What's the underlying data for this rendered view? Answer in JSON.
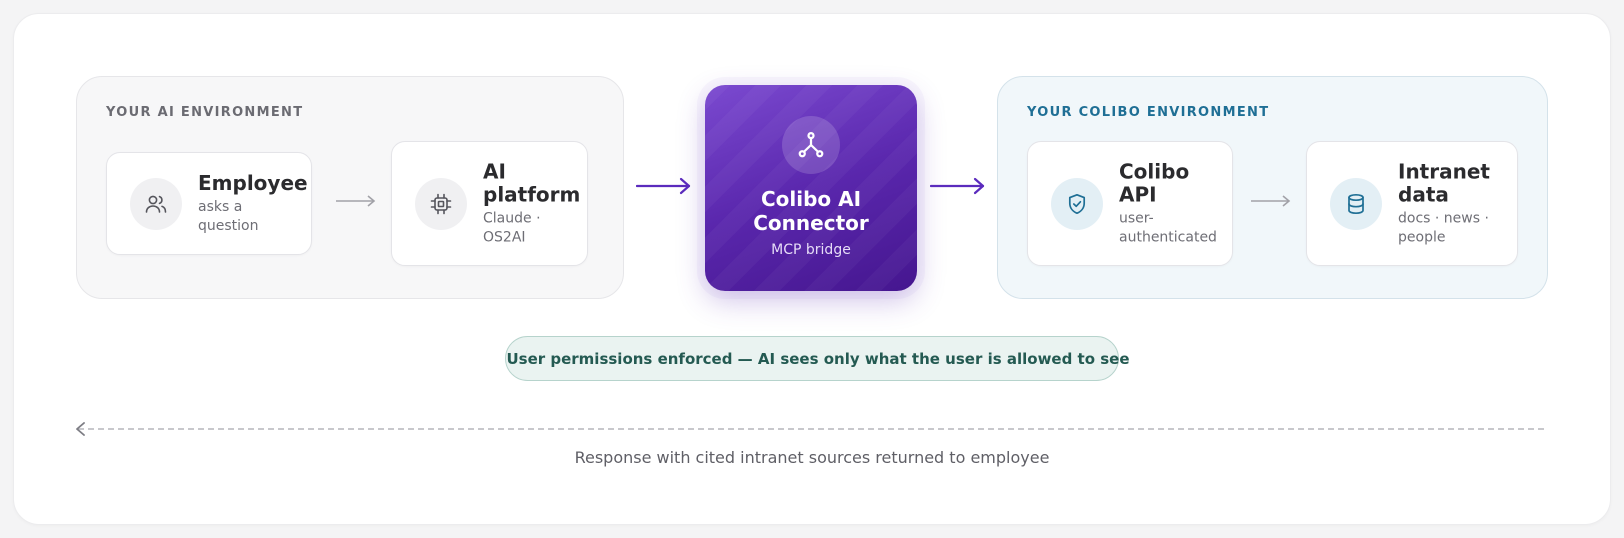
{
  "left_env": {
    "label": "YOUR AI ENVIRONMENT",
    "nodes": [
      {
        "title": "Employee",
        "subtitle": "asks a question",
        "icon": "users-icon"
      },
      {
        "title": "AI platform",
        "subtitle": "Claude · OS2AI",
        "icon": "chip-icon"
      }
    ]
  },
  "connector": {
    "title": "Colibo AI Connector",
    "subtitle": "MCP bridge",
    "icon": "fork-icon"
  },
  "right_env": {
    "label": "YOUR COLIBO ENVIRONMENT",
    "nodes": [
      {
        "title": "Colibo API",
        "subtitle": "user-authenticated",
        "icon": "shield-check-icon"
      },
      {
        "title": "Intranet data",
        "subtitle": "docs · news · people",
        "icon": "database-icon"
      }
    ]
  },
  "permissions": {
    "text": "User permissions enforced — AI sees only what the user is allowed to see",
    "icon": "shield-check-icon"
  },
  "return_flow": {
    "text": "Response with cited intranet sources returned to employee"
  },
  "colors": {
    "connector_purple": "#5a27ad",
    "arrow_purple": "#5b2bbd",
    "accent_blue": "#1f6f95",
    "permission_green": "#245a52"
  }
}
